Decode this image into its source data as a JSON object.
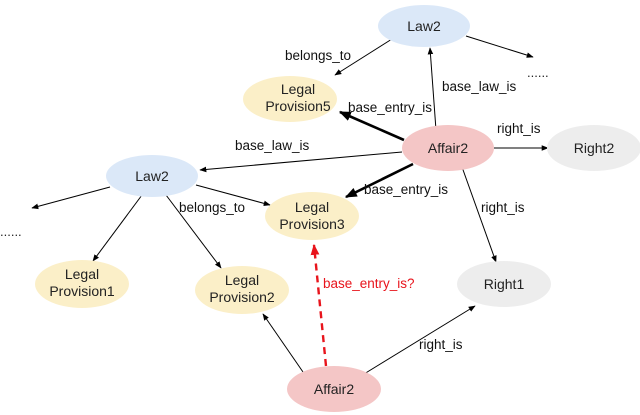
{
  "colors": {
    "law": "#dbe8f8",
    "provision": "#fbefc8",
    "affair": "#f4c6c6",
    "right": "#ededed",
    "edge": "#000000",
    "inferred": "#e8141c"
  },
  "nodes": {
    "law2_top": "Law2",
    "law2_left": "Law2",
    "affair2_mid": "Affair2",
    "affair2_bottom": "Affair2",
    "right2": "Right2",
    "right1": "Right1",
    "provision5": [
      "Legal",
      "Provision5"
    ],
    "provision3": [
      "Legal",
      "Provision3"
    ],
    "provision1": [
      "Legal",
      "Provision1"
    ],
    "provision2": [
      "Legal",
      "Provision2"
    ]
  },
  "edges": {
    "belongs_to_top": "belongs_to",
    "base_law_is_top": "base_law_is",
    "base_entry_is_p5": "base_entry_is",
    "right_is_r2": "right_is",
    "base_law_is_left": "base_law_is",
    "base_entry_is_p3": "base_entry_is",
    "belongs_to_left": "belongs_to",
    "right_is_r1": "right_is",
    "inferred": "base_entry_is?",
    "right_is_bottom": "right_is"
  },
  "ellipsis": {
    "top": "......",
    "left": "......"
  }
}
